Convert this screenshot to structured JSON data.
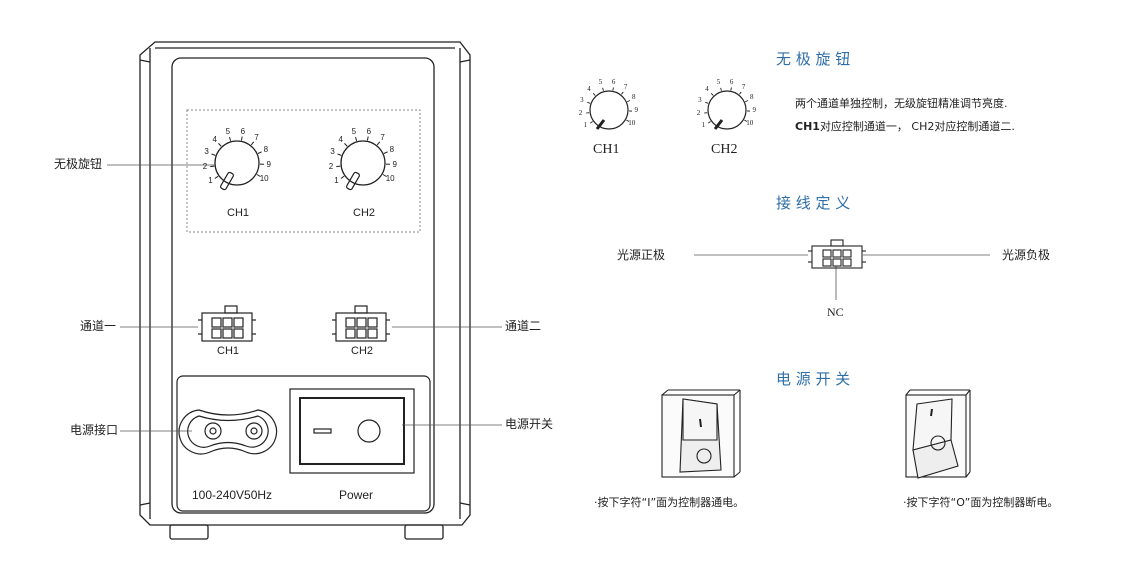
{
  "device": {
    "knob_labels": [
      "CH1",
      "CH2"
    ],
    "connector_labels": [
      "CH1",
      "CH2"
    ],
    "dial_numbers": [
      "1",
      "2",
      "3",
      "4",
      "5",
      "6",
      "7",
      "8",
      "9",
      "10"
    ],
    "voltage_label": "100-240V50Hz",
    "power_label": "Power"
  },
  "callouts": {
    "knob": "无极旋钮",
    "channel1": "通道一",
    "channel2": "通道二",
    "power_port": "电源接口",
    "power_switch": "电源开关"
  },
  "knob_section": {
    "title": "无 极 旋 钮",
    "knob_labels": [
      "CH1",
      "CH2"
    ],
    "description_line1": "两个通道单独控制，无级旋钮精准调节亮度.",
    "description_line2_bold": "CH1",
    "description_line2_rest": "对应控制通道一， CH2对应控制通道二."
  },
  "wiring_section": {
    "title": "接 线 定 义",
    "left_label": "光源正极",
    "right_label": "光源负极",
    "bottom_label": "NC"
  },
  "switch_section": {
    "title": "电 源 开 关",
    "on_caption": "·按下字符“I”面为控制器通电。",
    "off_caption": "·按下字符“O”面为控制器断电。"
  },
  "colors": {
    "section_title": "#2f6fa7",
    "line": "#222222"
  }
}
